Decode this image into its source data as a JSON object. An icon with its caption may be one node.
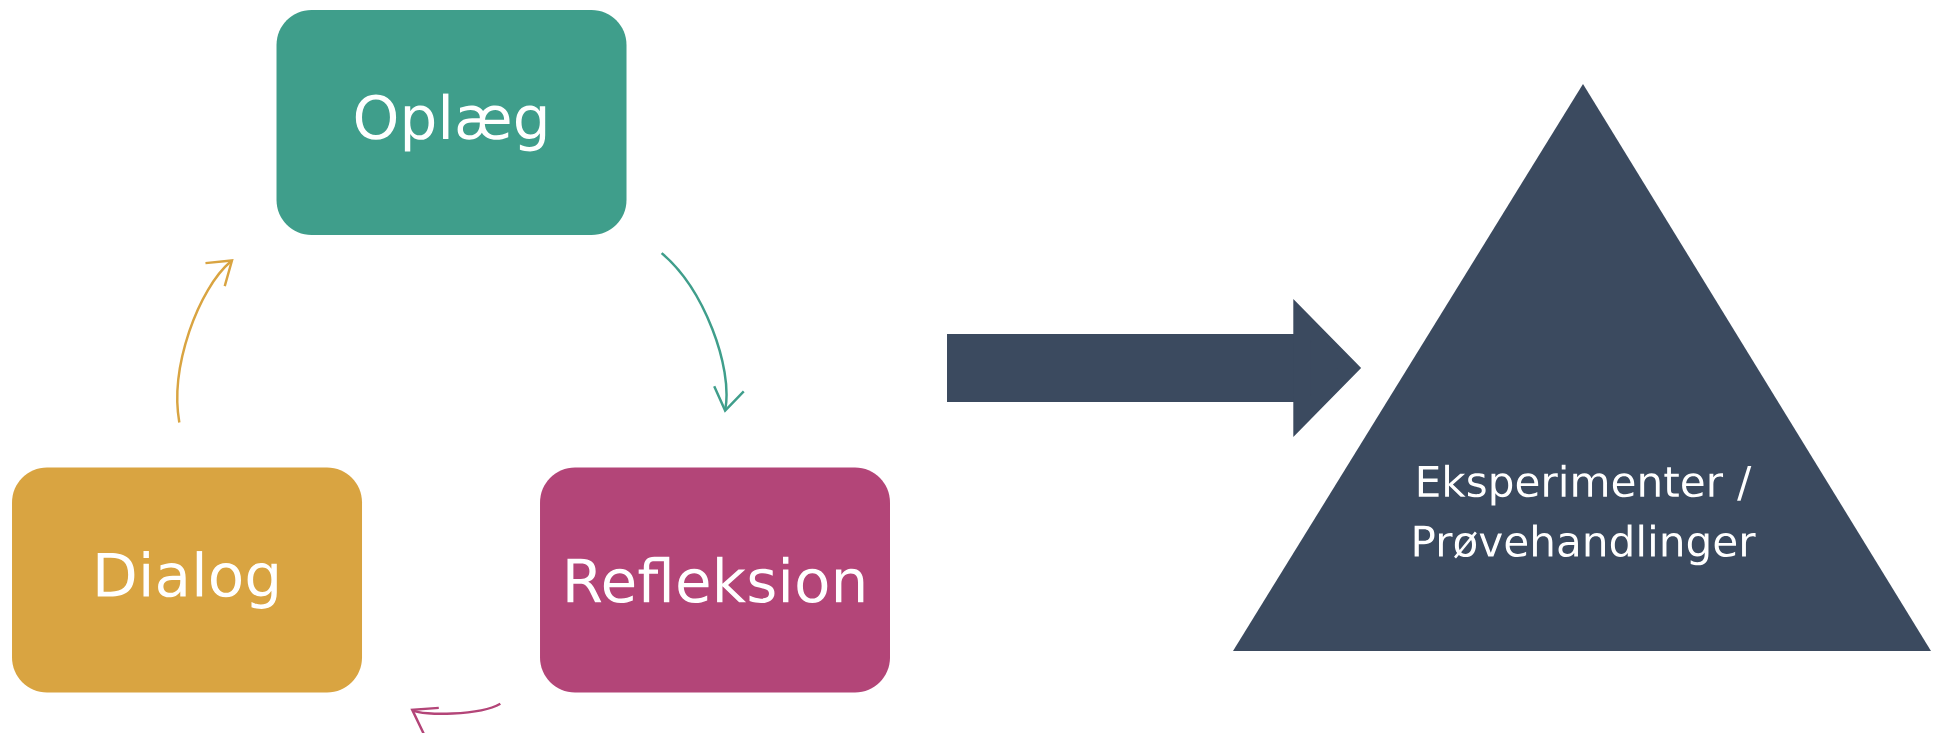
{
  "diagram": {
    "nodes": [
      {
        "text": [
          "Oplæg"
        ]
      },
      {
        "text": [
          "Dialog"
        ]
      },
      {
        "text": [
          "Refleksion"
        ]
      },
      {
        "text": [
          "Eksperimenter / Prøvehandlinger"
        ]
      }
    ],
    "edges": [
      {
        "from": 0,
        "to": 2,
        "arrow": "to",
        "color": "#3f9e8b"
      },
      {
        "from": 2,
        "to": 1,
        "arrow": "to",
        "color": "#b34578"
      },
      {
        "from": 1,
        "to": 0,
        "arrow": "to",
        "color": "#d9a441"
      },
      {
        "from": null,
        "to": 3,
        "arrow": "to",
        "style": "thick",
        "color": "#3b4a5f"
      }
    ]
  }
}
